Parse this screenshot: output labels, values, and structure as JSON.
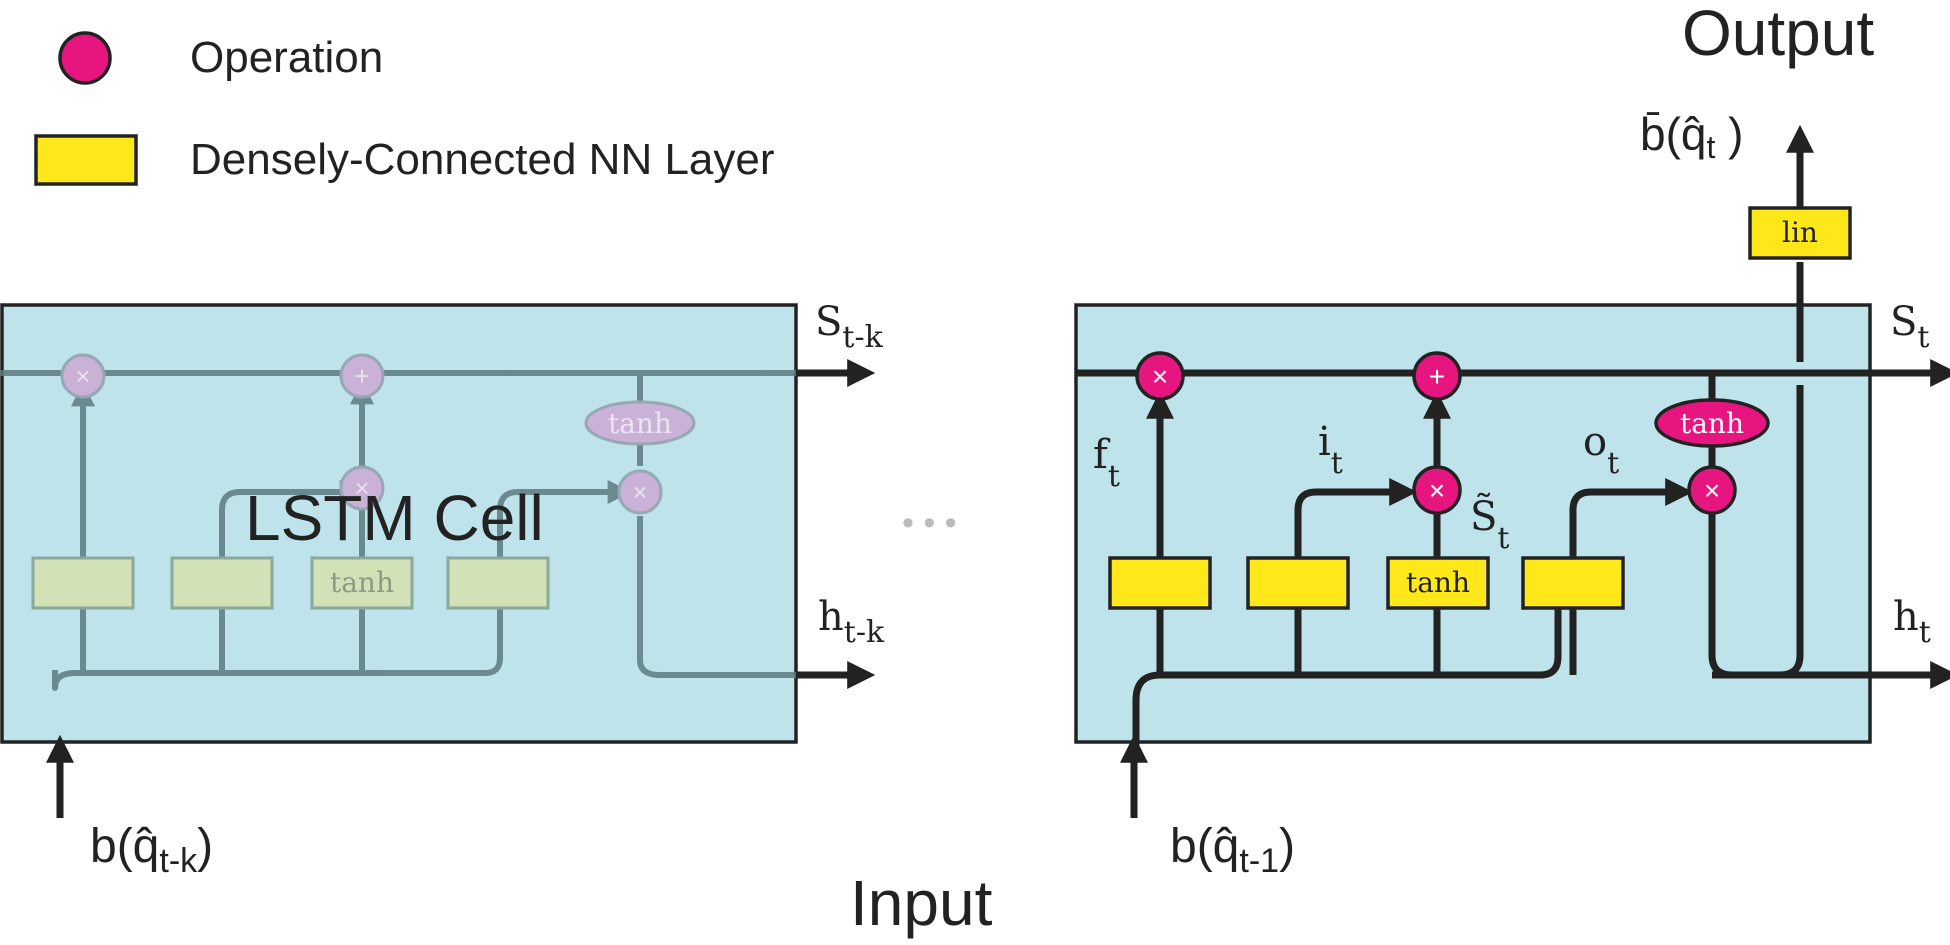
{
  "legend": {
    "operation_label": "Operation",
    "layer_label": "Densely-Connected NN Layer",
    "operation_color": "#e6157f",
    "layer_color": "#ffe81a"
  },
  "titles": {
    "output": "Output",
    "input": "Input",
    "cell_name": "LSTM Cell",
    "ellipsis": "• • •"
  },
  "output_label": {
    "main": "b̄(q̂",
    "sub": "t",
    "close": " )"
  },
  "layer_labels": {
    "lin": "lin",
    "tanh": "tanh"
  },
  "op_symbols": {
    "multiply": "×",
    "add": "+",
    "tanh": "tanh"
  },
  "left_cell": {
    "state_out": {
      "main": "S",
      "sub": "t-k"
    },
    "hidden_out": {
      "main": "h",
      "sub": "t-k"
    },
    "input": {
      "main": "b(q̂",
      "sub": "t-k",
      "close": ")"
    }
  },
  "right_cell": {
    "state_out": {
      "main": "S",
      "sub": "t"
    },
    "hidden_out": {
      "main": "h",
      "sub": "t"
    },
    "input": {
      "main": "b(q̂",
      "sub": "t-1",
      "close": ")"
    },
    "forget_gate": {
      "main": "f",
      "sub": "t"
    },
    "input_gate": {
      "main": "i",
      "sub": "t"
    },
    "candidate": {
      "main": "S̃",
      "sub": "t"
    },
    "output_gate": {
      "main": "o",
      "sub": "t"
    }
  },
  "colors": {
    "cell_fill": "#bee3ea",
    "line": "#222222",
    "faded_line": "#5d7b80"
  }
}
